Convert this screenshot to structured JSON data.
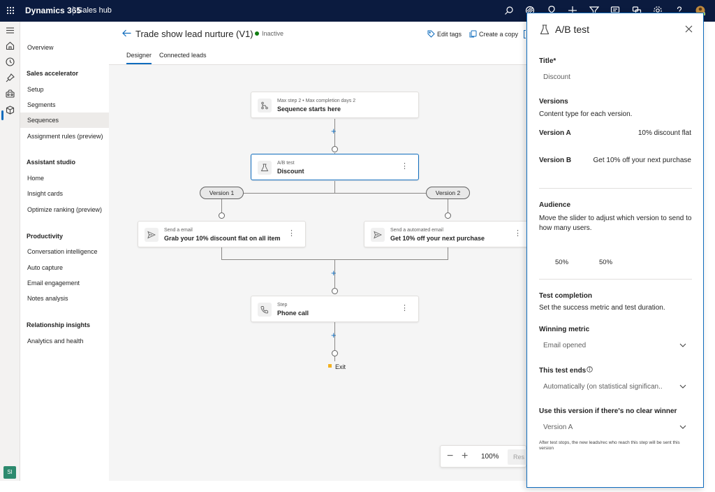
{
  "topbar": {
    "brand": "Dynamics 365",
    "app": "Sales hub",
    "icons": [
      "search-icon",
      "lightbulb-icon",
      "pin-icon",
      "add-icon",
      "filter-icon",
      "chat-icon",
      "tasks-icon",
      "settings-icon",
      "help-icon",
      "user-icon"
    ]
  },
  "rail": {
    "icons": [
      "hamburger-icon",
      "home-icon",
      "recent-icon",
      "pin-icon",
      "accelerator-icon",
      "cube-icon"
    ],
    "avatar": "SI"
  },
  "sidenav": {
    "overview": "Overview",
    "sections": [
      {
        "title": "Sales accelerator",
        "items": [
          "Setup",
          "Segments",
          "Sequences",
          "Assignment rules (preview)"
        ]
      },
      {
        "title": "Assistant studio",
        "items": [
          "Home",
          "Insight cards",
          "Optimize ranking (preview)"
        ]
      },
      {
        "title": "Productivity",
        "items": [
          "Conversation intelligence",
          "Auto capture",
          "Email engagement",
          "Notes analysis"
        ]
      },
      {
        "title": "Relationship insights",
        "items": [
          "Analytics and health"
        ]
      }
    ],
    "active": "Sequences"
  },
  "header": {
    "title": "Trade show lead nurture (V1)",
    "status": "Inactive",
    "edit_tags": "Edit tags",
    "create_copy": "Create a copy",
    "tabs": [
      "Designer",
      "Connected leads"
    ]
  },
  "designer": {
    "start": {
      "sub": "Max step 2 • Max completion days 2",
      "main": "Sequence starts here"
    },
    "abtest": {
      "sub": "A/B test",
      "main": "Discount"
    },
    "version1": "Version 1",
    "version2": "Version 2",
    "email1": {
      "sub": "Send a email",
      "main": "Grab your 10% discount flat on all item"
    },
    "email2": {
      "sub": "Send a automated email",
      "main": "Get 10% off your next purchase"
    },
    "phone": {
      "sub": "Step",
      "main": "Phone call"
    },
    "exit": "Exit",
    "zoom": "100%",
    "reset": "Res"
  },
  "panel": {
    "title": "A/B test",
    "title_label": "Title*",
    "title_value": "Discount",
    "versions_label": "Versions",
    "versions_desc": "Content type for each version.",
    "version_a_label": "Version A",
    "version_a_value": "10% discount flat",
    "version_b_label": "Version B",
    "version_b_value": "Get 10% off your next purchase",
    "audience_label": "Audience",
    "audience_desc": "Move the slider to adjust which version to send to how many users.",
    "audience_a": "50%",
    "audience_b": "50%",
    "audience_split": 0.5,
    "completion_label": "Test completion",
    "completion_desc": "Set the success metric and test duration.",
    "metric_label": "Winning metric",
    "metric_value": "Email opened",
    "ends_label": "This test ends",
    "ends_value": "Automatically (on statistical significan..",
    "fallback_label": "Use this version if there's no clear winner",
    "fallback_value": "Version A",
    "footnote": "After test stops, the new leads/rec who reach this step will be sent this version"
  },
  "colors": {
    "topbar": "#0b1b3f",
    "accent": "#0f6cbd",
    "status": "#107c10",
    "exit": "#f2b01e"
  }
}
